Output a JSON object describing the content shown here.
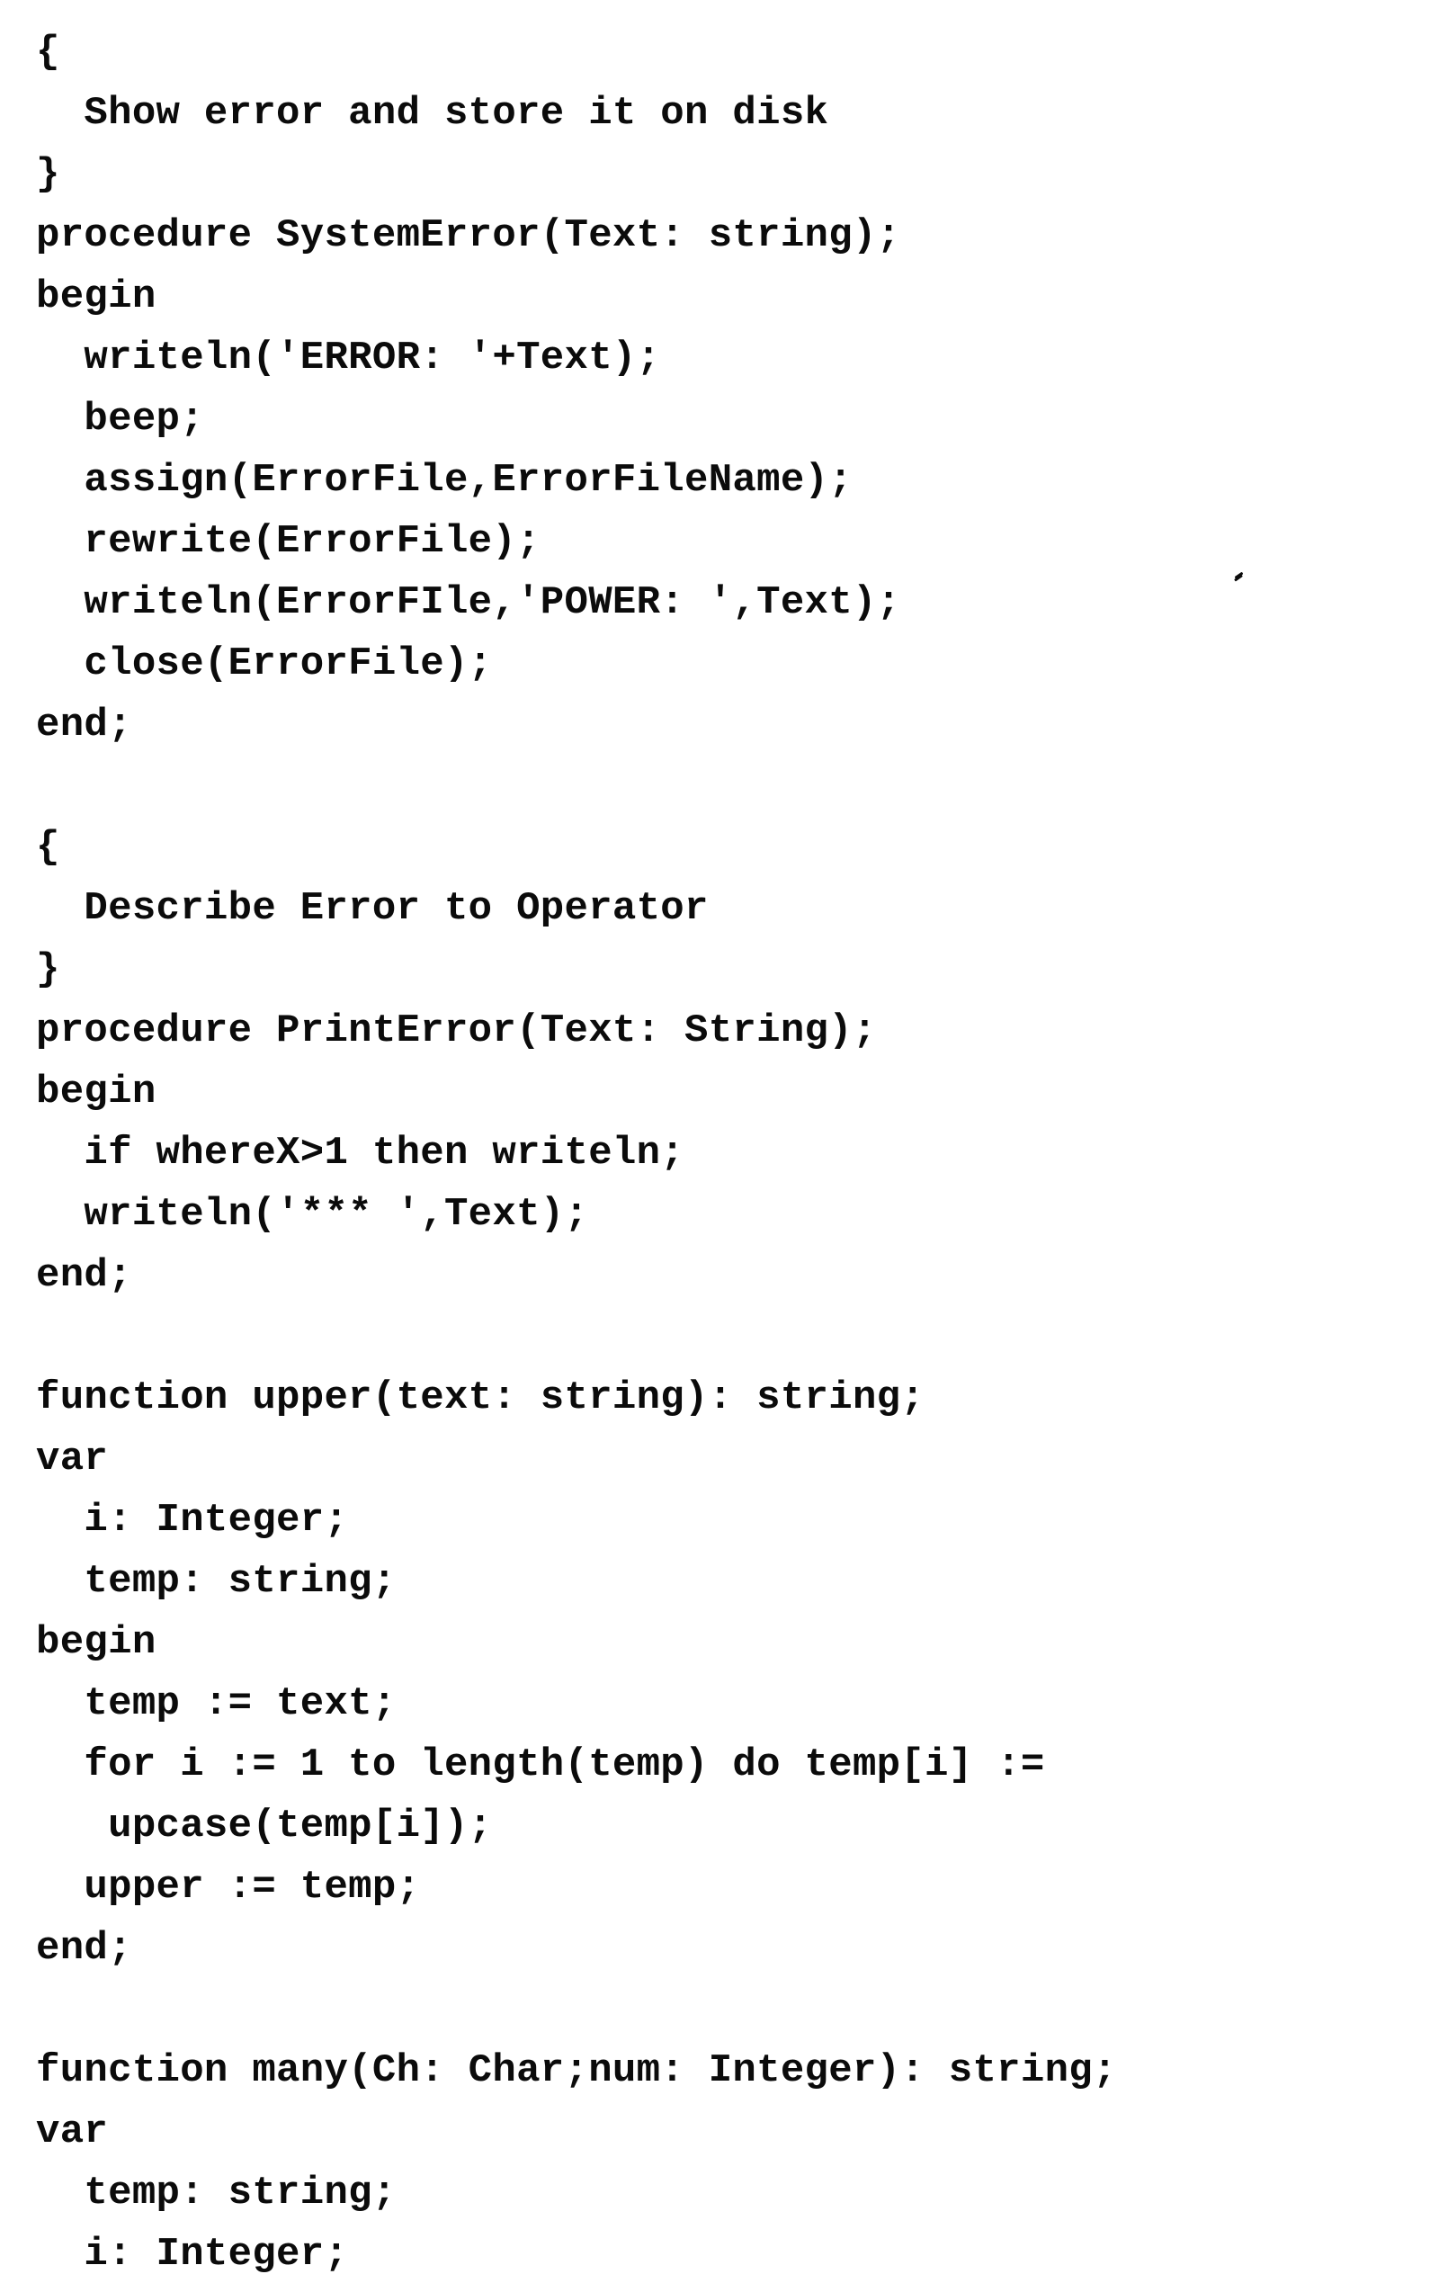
{
  "page": {
    "background": "#ffffff",
    "ink_color": "#0b0b0b"
  },
  "code": {
    "language": "Pascal",
    "lines": [
      "{",
      "  Show error and store it on disk",
      "}",
      "procedure SystemError(Text: string);",
      "begin",
      "  writeln('ERROR: '+Text);",
      "  beep;",
      "  assign(ErrorFile,ErrorFileName);",
      "  rewrite(ErrorFile);",
      "  writeln(ErrorFIle,'POWER: ',Text);",
      "  close(ErrorFile);",
      "end;",
      "",
      "{",
      "  Describe Error to Operator",
      "}",
      "procedure PrintError(Text: String);",
      "begin",
      "  if whereX>1 then writeln;",
      "  writeln('*** ',Text);",
      "end;",
      "",
      "function upper(text: string): string;",
      "var",
      "  i: Integer;",
      "  temp: string;",
      "begin",
      "  temp := text;",
      "  for i := 1 to length(temp) do temp[i] :=",
      "   upcase(temp[i]);",
      "  upper := temp;",
      "end;",
      "",
      "function many(Ch: Char;num: Integer): string;",
      "var",
      "  temp: string;",
      "  i: Integer;"
    ]
  }
}
